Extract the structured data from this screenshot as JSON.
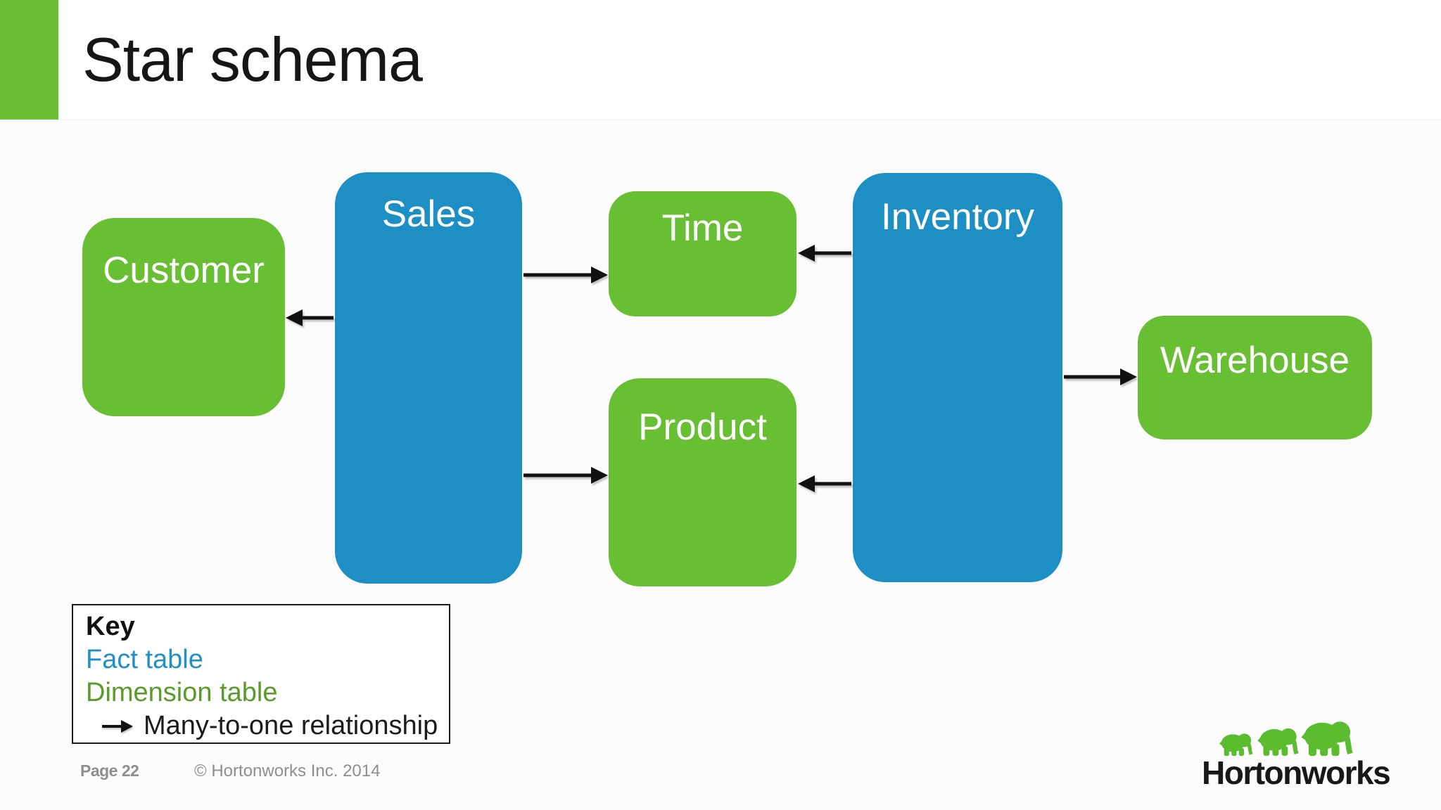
{
  "slide": {
    "title": "Star schema",
    "page_label": "Page 22",
    "copyright": "© Hortonworks Inc. 2014",
    "logo_text": "Hortonworks"
  },
  "colors": {
    "fact_blue": "#1e8fc4",
    "dimension_green": "#68bf33",
    "accent_bar_green": "#6abf35",
    "key_fact_text_blue": "#2191c5",
    "key_dimension_text_green": "#5a9b2a",
    "arrow_black": "#111111",
    "footer_gray": "#8f8f8f",
    "logo_green": "#5cbc30"
  },
  "diagram": {
    "nodes": [
      {
        "id": "customer",
        "label": "Customer",
        "type": "dimension"
      },
      {
        "id": "sales",
        "label": "Sales",
        "type": "fact"
      },
      {
        "id": "time",
        "label": "Time",
        "type": "dimension"
      },
      {
        "id": "product",
        "label": "Product",
        "type": "dimension"
      },
      {
        "id": "inventory",
        "label": "Inventory",
        "type": "fact"
      },
      {
        "id": "warehouse",
        "label": "Warehouse",
        "type": "dimension"
      }
    ],
    "edges": [
      {
        "from": "sales",
        "to": "customer",
        "relationship": "many-to-one"
      },
      {
        "from": "sales",
        "to": "time",
        "relationship": "many-to-one"
      },
      {
        "from": "sales",
        "to": "product",
        "relationship": "many-to-one"
      },
      {
        "from": "inventory",
        "to": "time",
        "relationship": "many-to-one"
      },
      {
        "from": "inventory",
        "to": "product",
        "relationship": "many-to-one"
      },
      {
        "from": "inventory",
        "to": "warehouse",
        "relationship": "many-to-one"
      }
    ]
  },
  "key": {
    "title": "Key",
    "fact_label": "Fact table",
    "dimension_label": "Dimension table",
    "arrow_label": "Many-to-one relationship"
  }
}
